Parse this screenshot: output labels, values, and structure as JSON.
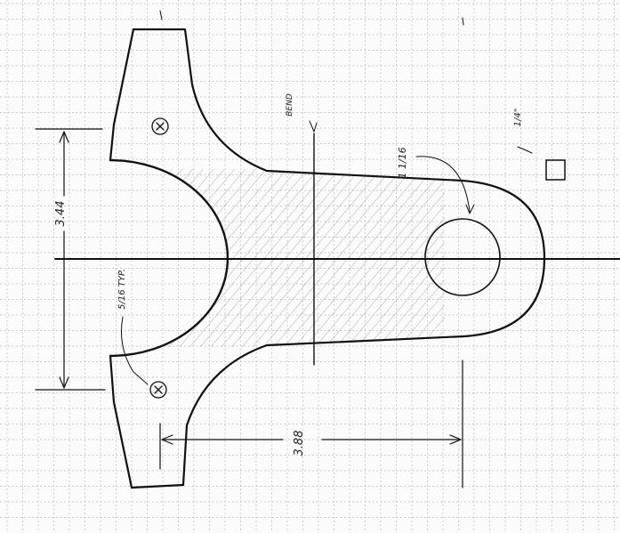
{
  "drawing": {
    "width_dimension": "3.44",
    "length_dimension": "3.88",
    "hole_label": "1 1/16",
    "bend_label": "BEND",
    "thickness_label": "1/4\"",
    "bolt_label": "5/16 TYP."
  },
  "colors": {
    "paper": "#fbfbfb",
    "grid": "#b9b9b9",
    "ink": "#111111",
    "hatch": "#9a9a9a"
  }
}
